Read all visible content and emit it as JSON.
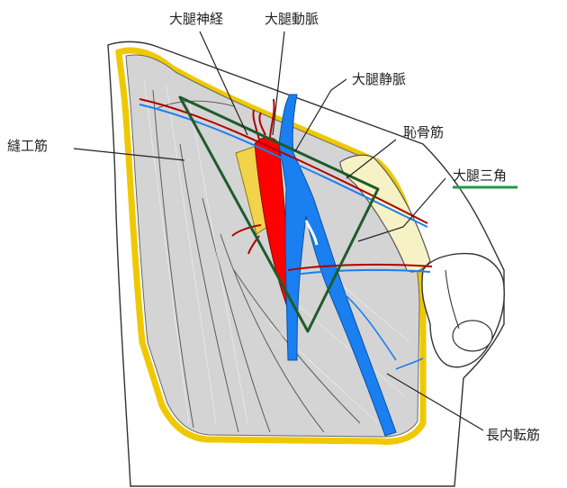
{
  "labels": {
    "femoral_nerve": "大腿神経",
    "femoral_artery": "大腿動脈",
    "femoral_vein": "大腿静脈",
    "pectineus": "恥骨筋",
    "femoral_triangle": "大腿三角",
    "sartorius": "縫工筋",
    "adductor_longus": "長内転筋"
  },
  "colors": {
    "artery": "#ff0000",
    "vein": "#1a7ff0",
    "nerve": "#f2d34c",
    "muscle": "#d4d4d4",
    "fat_border": "#f0c800",
    "triangle_outline": "#1f5b2a",
    "legend_line": "#1f9a4a",
    "pectineus_fill": "#f7f2c6"
  }
}
